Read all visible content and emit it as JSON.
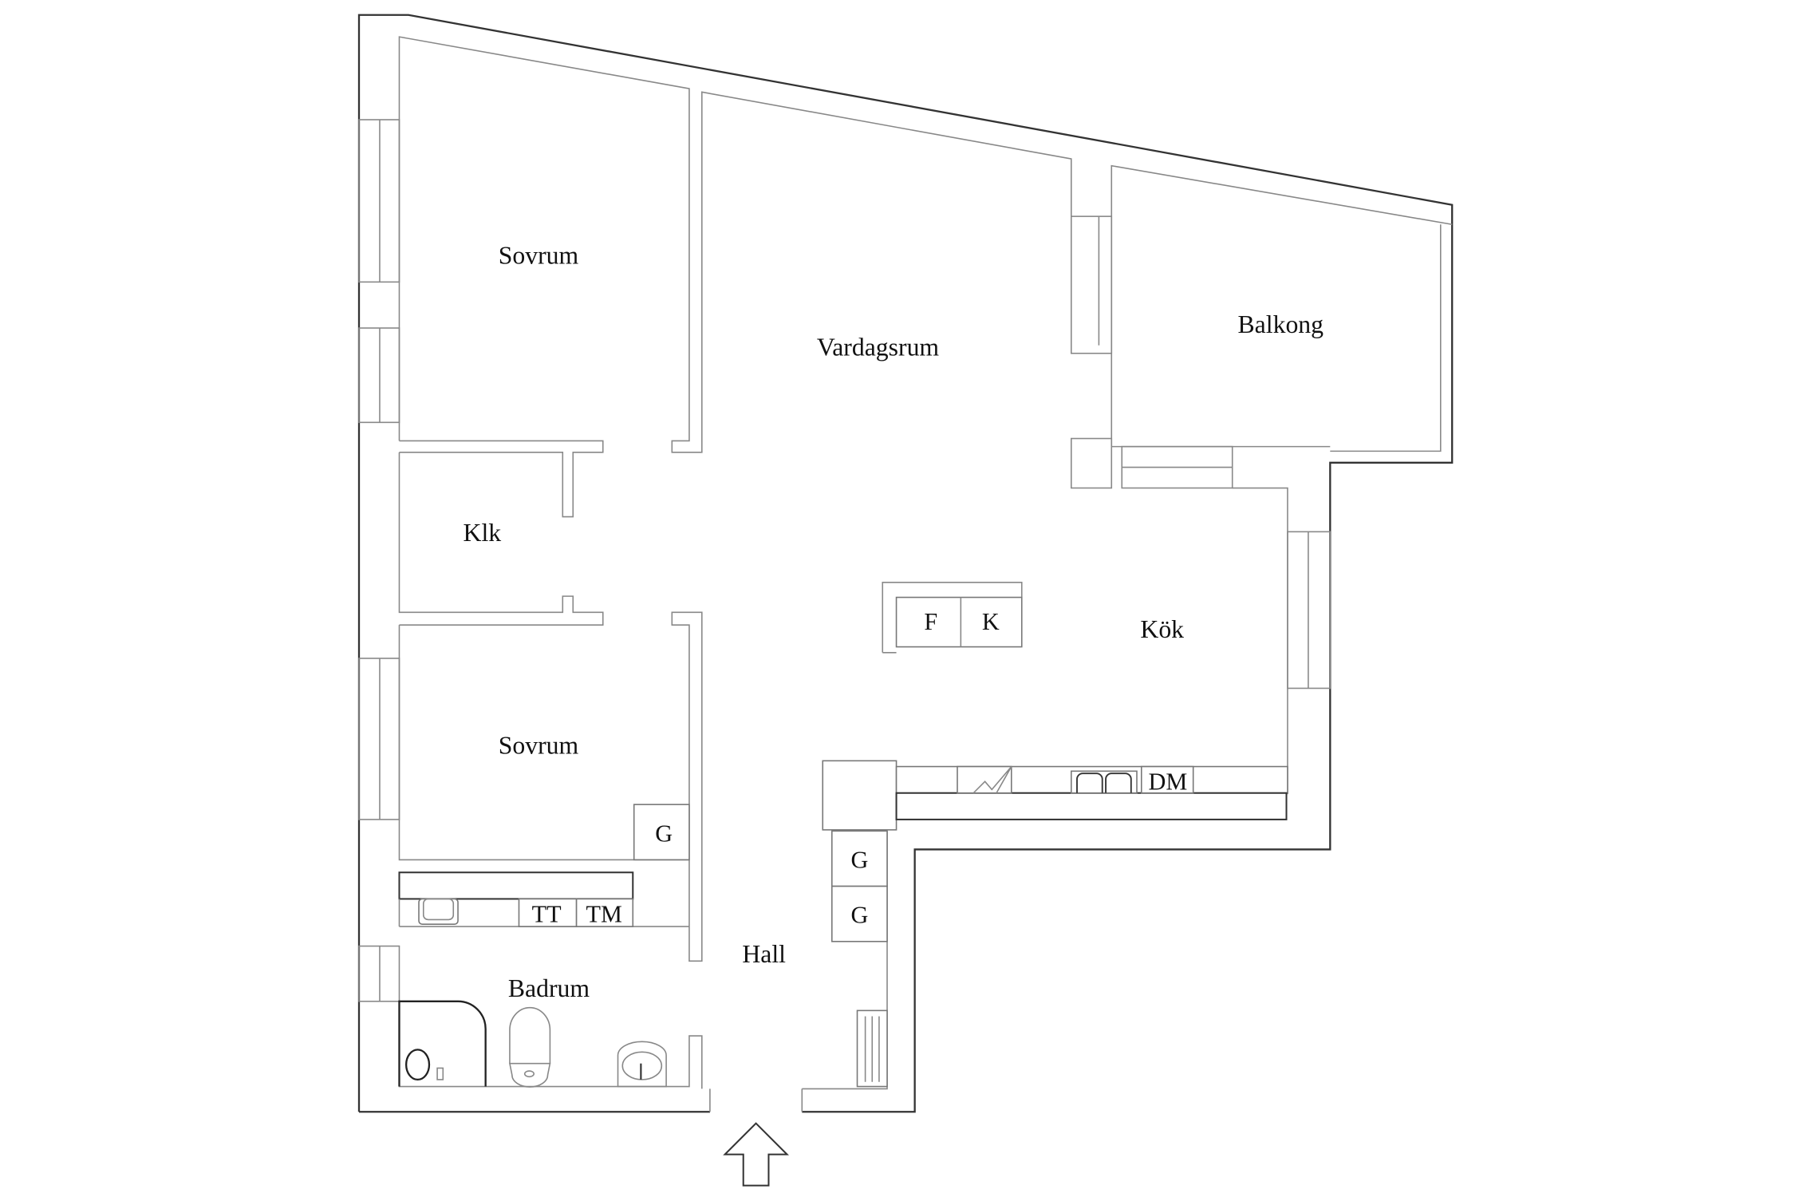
{
  "plan": {
    "rooms": [
      {
        "id": "sovrum-1",
        "label": "Sovrum"
      },
      {
        "id": "vardagsrum",
        "label": "Vardagsrum"
      },
      {
        "id": "balkong",
        "label": "Balkong"
      },
      {
        "id": "klk",
        "label": "Klk"
      },
      {
        "id": "kok",
        "label": "Kök"
      },
      {
        "id": "sovrum-2",
        "label": "Sovrum"
      },
      {
        "id": "hall",
        "label": "Hall"
      },
      {
        "id": "badrum",
        "label": "Badrum"
      }
    ],
    "fixtures": {
      "fridge": "F",
      "freezer": "K",
      "dishwasher": "DM",
      "wardrobe_sovrum": "G",
      "wardrobe_hall_1": "G",
      "wardrobe_hall_2": "G",
      "dryer": "TT",
      "washer": "TM"
    },
    "entrance_arrow": "entrance-arrow"
  }
}
